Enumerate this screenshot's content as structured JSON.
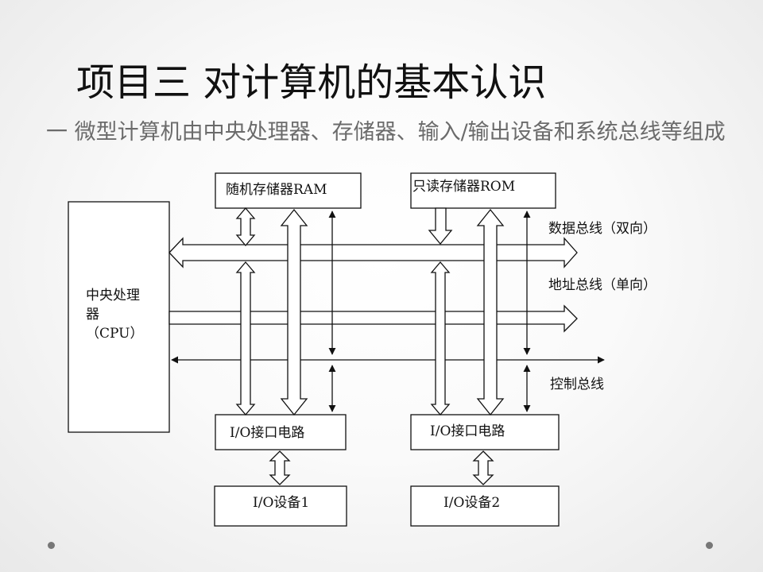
{
  "title": "项目三 对计算机的基本认识",
  "subtitle": "一 微型计算机由中央处理器、存储器、输入/输出设备和系统总线等组成",
  "diagram": {
    "cpu_line1": "中央处理",
    "cpu_line2": "器",
    "cpu_line3": "（CPU）",
    "ram": "随机存储器RAM",
    "rom": "只读存储器ROM",
    "io_interface_1": "I/O接口电路",
    "io_interface_2": "I/O接口电路",
    "io_device_1": "I/O设备1",
    "io_device_2": "I/O设备2",
    "data_bus": "数据总线（双向）",
    "address_bus": "地址总线（单向）",
    "control_bus": "控制总线"
  }
}
